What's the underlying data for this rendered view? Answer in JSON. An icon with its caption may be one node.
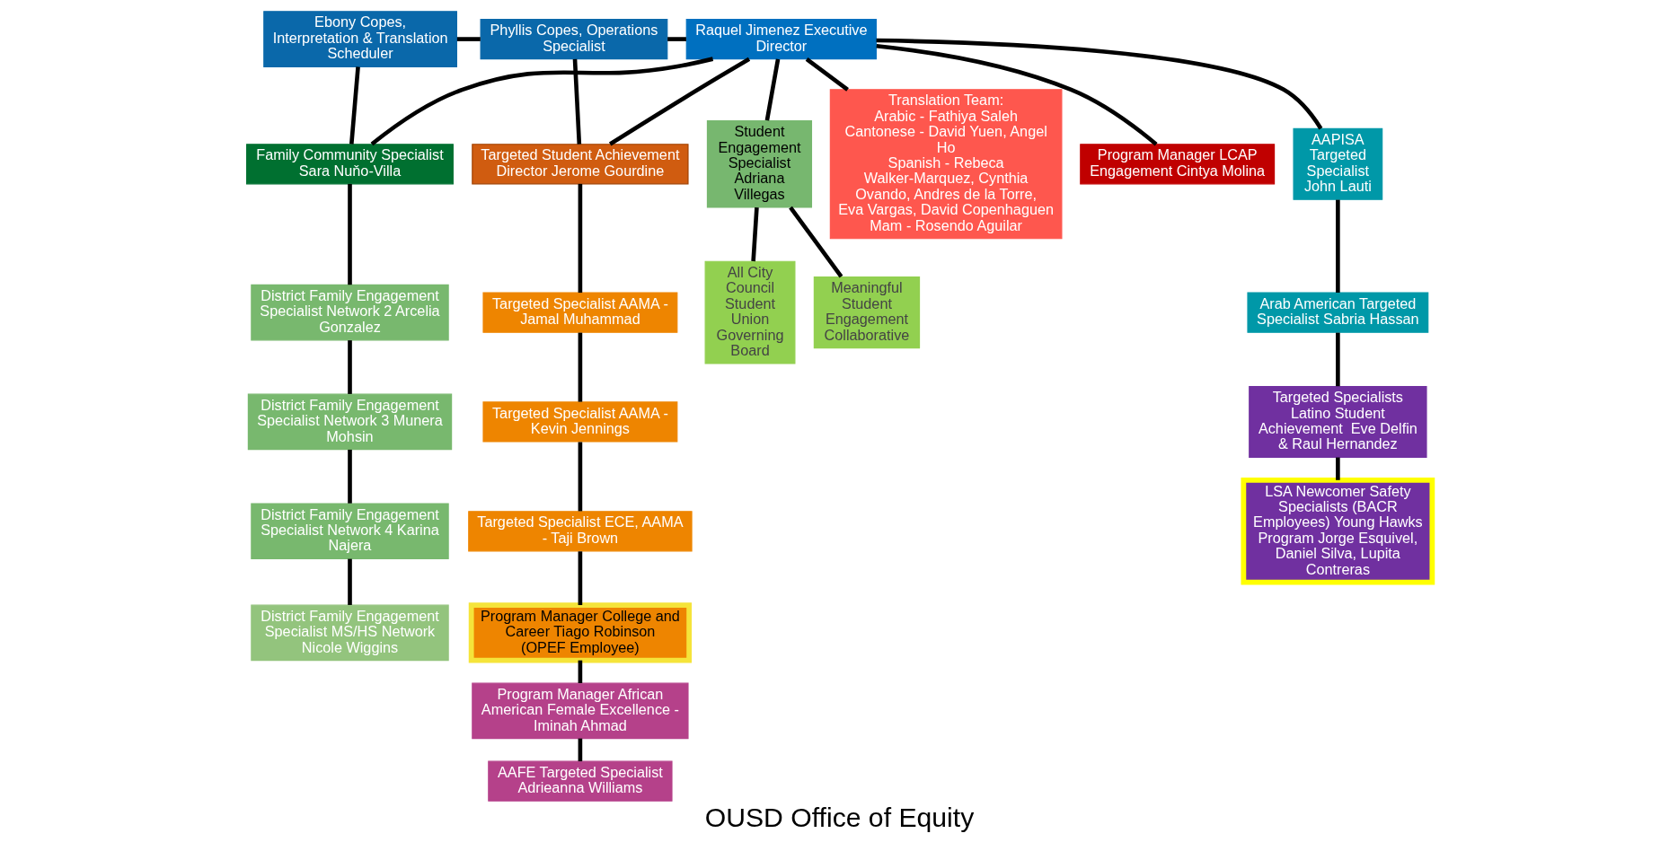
{
  "diagram": {
    "title": "OUSD Office of Equity",
    "nodes": [
      {
        "text": [
          "Ebony Copes,",
          "Interpretation & Translation Scheduler"
        ]
      },
      {
        "text": [
          "Phyllis Copes, Operations Specialist"
        ]
      },
      {
        "text": [
          "Raquel Jimenez Executive Director"
        ]
      },
      {
        "text": [
          "Program Manager LCAP Engagement Cintya Molina"
        ]
      },
      {
        "text": [
          "Meaningful Student Engagement Collaborative"
        ]
      },
      {
        "text": [
          "Family Community Specialist Sara Nuňo-Villa"
        ]
      },
      {
        "text": [
          "Targeted Student Achievement Director Jerome Gourdine"
        ]
      },
      {
        "text": [
          "AAPISA Targeted Specialist John Lauti"
        ]
      },
      {
        "text": [
          "Student Engagement Specialist Adriana Villegas"
        ]
      },
      {
        "text": [
          "All City Council Student Union Governing Board"
        ]
      },
      {
        "text": [
          "District Family Engagement Specialist Network 2 Arcelia Gonzalez"
        ]
      },
      {
        "text": [
          "Targeted Specialist AAMA - Jamal Muhammad"
        ]
      },
      {
        "text": [
          "Arab American Targeted Specialist Sabria Hassan"
        ]
      },
      {
        "text": [
          "Translation Team:",
          "Arabic - Fathiya Saleh",
          "Cantonese - David Yuen, Angel Ho",
          "Spanish - Rebeca Walker-Marquez, Cynthia Ovando, Andres de la Torre, Eva Vargas, David Copenhaguen",
          "Mam - Rosendo Aguilar"
        ]
      },
      {
        "text": [
          "District Family Engagement Specialist Network 3 Munera Mohsin"
        ]
      },
      {
        "text": [
          "Targeted Specialist AAMA - Kevin Jennings"
        ]
      },
      {
        "text": [
          "Targeted Specialists Latino Student Achievement  Eve Delfin & Raul Hernandez"
        ]
      },
      {
        "text": [
          "District Family Engagement Specialist Network 4 Karina Najera"
        ]
      },
      {
        "text": [
          "Targeted Specialist ECE, AAMA - Taji Brown"
        ]
      },
      {
        "text": [
          "Program Manager College and Career Tiago Robinson",
          "(OPEF Employee)"
        ]
      },
      {
        "text": [
          "District Family Engagement Specialist MS/HS Network Nicole Wiggins"
        ]
      },
      {
        "text": [
          "Program Manager African American Female Excellence - Iminah Ahmad"
        ]
      },
      {
        "text": [
          "LSA Newcomer Safety Specialists (BACR Employees) Young Hawks Program Jorge Esquivel, Daniel Silva, Lupita Contreras"
        ]
      },
      {
        "text": [
          "AAFE Targeted Specialist Adrieanna Williams"
        ]
      }
    ],
    "edges": [
      {
        "from": 0,
        "to": 1,
        "arrow": "none"
      },
      {
        "from": 1,
        "to": 2,
        "arrow": "none"
      },
      {
        "from": 2,
        "to": 3,
        "arrow": "none"
      },
      {
        "from": 2,
        "to": 8,
        "arrow": "none"
      },
      {
        "from": 8,
        "to": 4,
        "arrow": "none"
      },
      {
        "from": 8,
        "to": 9,
        "arrow": "none"
      },
      {
        "from": 2,
        "to": 13,
        "arrow": "none"
      },
      {
        "from": 0,
        "to": 5,
        "arrow": "none"
      },
      {
        "from": 2,
        "to": 5,
        "arrow": "none"
      },
      {
        "from": 1,
        "to": 6,
        "arrow": "none"
      },
      {
        "from": 2,
        "to": 6,
        "arrow": "none"
      },
      {
        "from": 2,
        "to": 7,
        "arrow": "none"
      },
      {
        "from": 7,
        "to": 12,
        "arrow": "none"
      },
      {
        "from": 12,
        "to": 16,
        "arrow": "none"
      },
      {
        "from": 16,
        "to": 22,
        "arrow": "none"
      },
      {
        "from": 5,
        "to": 10,
        "arrow": "none"
      },
      {
        "from": 10,
        "to": 14,
        "arrow": "none"
      },
      {
        "from": 14,
        "to": 17,
        "arrow": "none"
      },
      {
        "from": 17,
        "to": 20,
        "arrow": "none"
      },
      {
        "from": 6,
        "to": 11,
        "arrow": "none"
      },
      {
        "from": 11,
        "to": 15,
        "arrow": "none"
      },
      {
        "from": 15,
        "to": 18,
        "arrow": "none"
      },
      {
        "from": 18,
        "to": 19,
        "arrow": "none"
      },
      {
        "from": 19,
        "to": 21,
        "arrow": "none"
      },
      {
        "from": 21,
        "to": 23,
        "arrow": "none"
      }
    ]
  }
}
